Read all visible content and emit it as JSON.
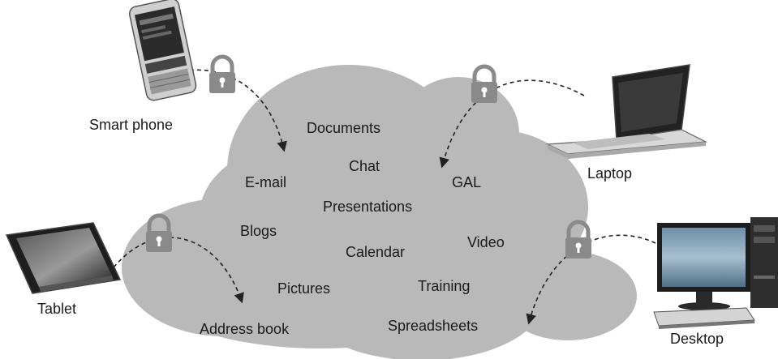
{
  "cloud": {
    "fill": "#b9b9b9",
    "services": {
      "documents": "Documents",
      "chat": "Chat",
      "email": "E-mail",
      "gal": "GAL",
      "presentations": "Presentations",
      "blogs": "Blogs",
      "video": "Video",
      "calendar": "Calendar",
      "pictures": "Pictures",
      "training": "Training",
      "address_book": "Address book",
      "spreadsheets": "Spreadsheets"
    }
  },
  "devices": {
    "smartphone": {
      "label": "Smart phone",
      "icon": "smartphone-icon"
    },
    "laptop": {
      "label": "Laptop",
      "icon": "laptop-icon"
    },
    "tablet": {
      "label": "Tablet",
      "icon": "tablet-icon"
    },
    "desktop": {
      "label": "Desktop",
      "icon": "desktop-icon"
    }
  },
  "connector": {
    "style": "dashed-arrow",
    "lock_icon": "padlock-icon",
    "lock_color": "#8a8a8a"
  }
}
